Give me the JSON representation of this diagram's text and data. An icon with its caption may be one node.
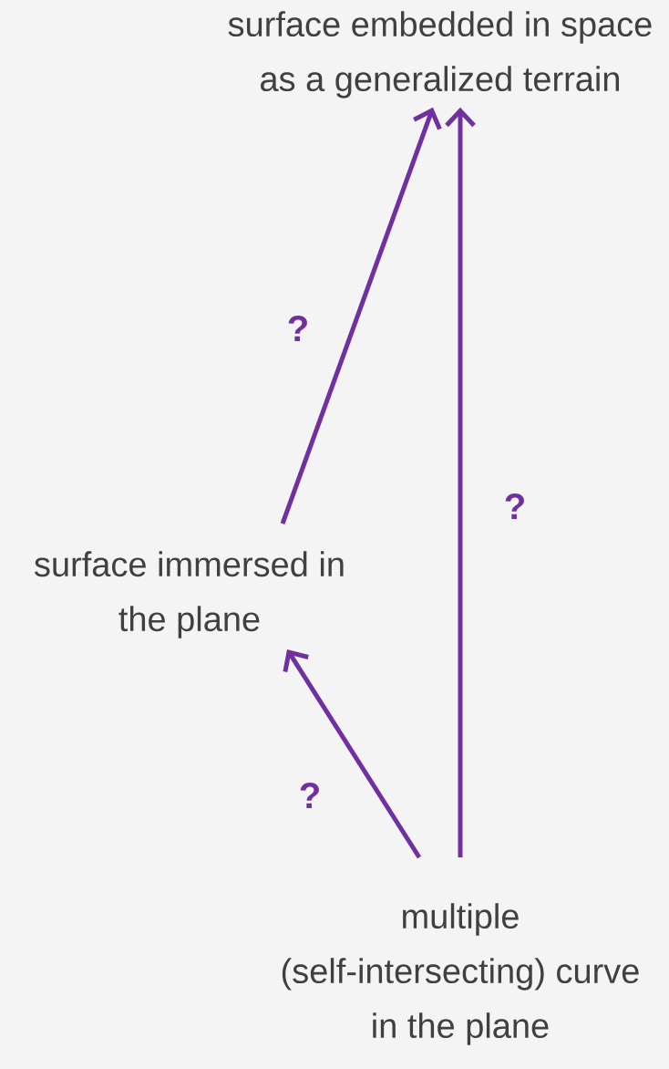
{
  "diagram": {
    "nodes": [
      {
        "text": [
          "surface embedded in space as a generalized terrain"
        ]
      },
      {
        "text": [
          "surface immersed in the plane"
        ]
      },
      {
        "text": [
          "multiple (self-intersecting) curve in the plane"
        ]
      }
    ],
    "edges": [
      {
        "from": 1,
        "to": 0,
        "arrow": "to",
        "label": "?"
      },
      {
        "from": 2,
        "to": 1,
        "arrow": "to",
        "label": "?"
      },
      {
        "from": 2,
        "to": 0,
        "arrow": "to",
        "label": "?"
      }
    ]
  }
}
